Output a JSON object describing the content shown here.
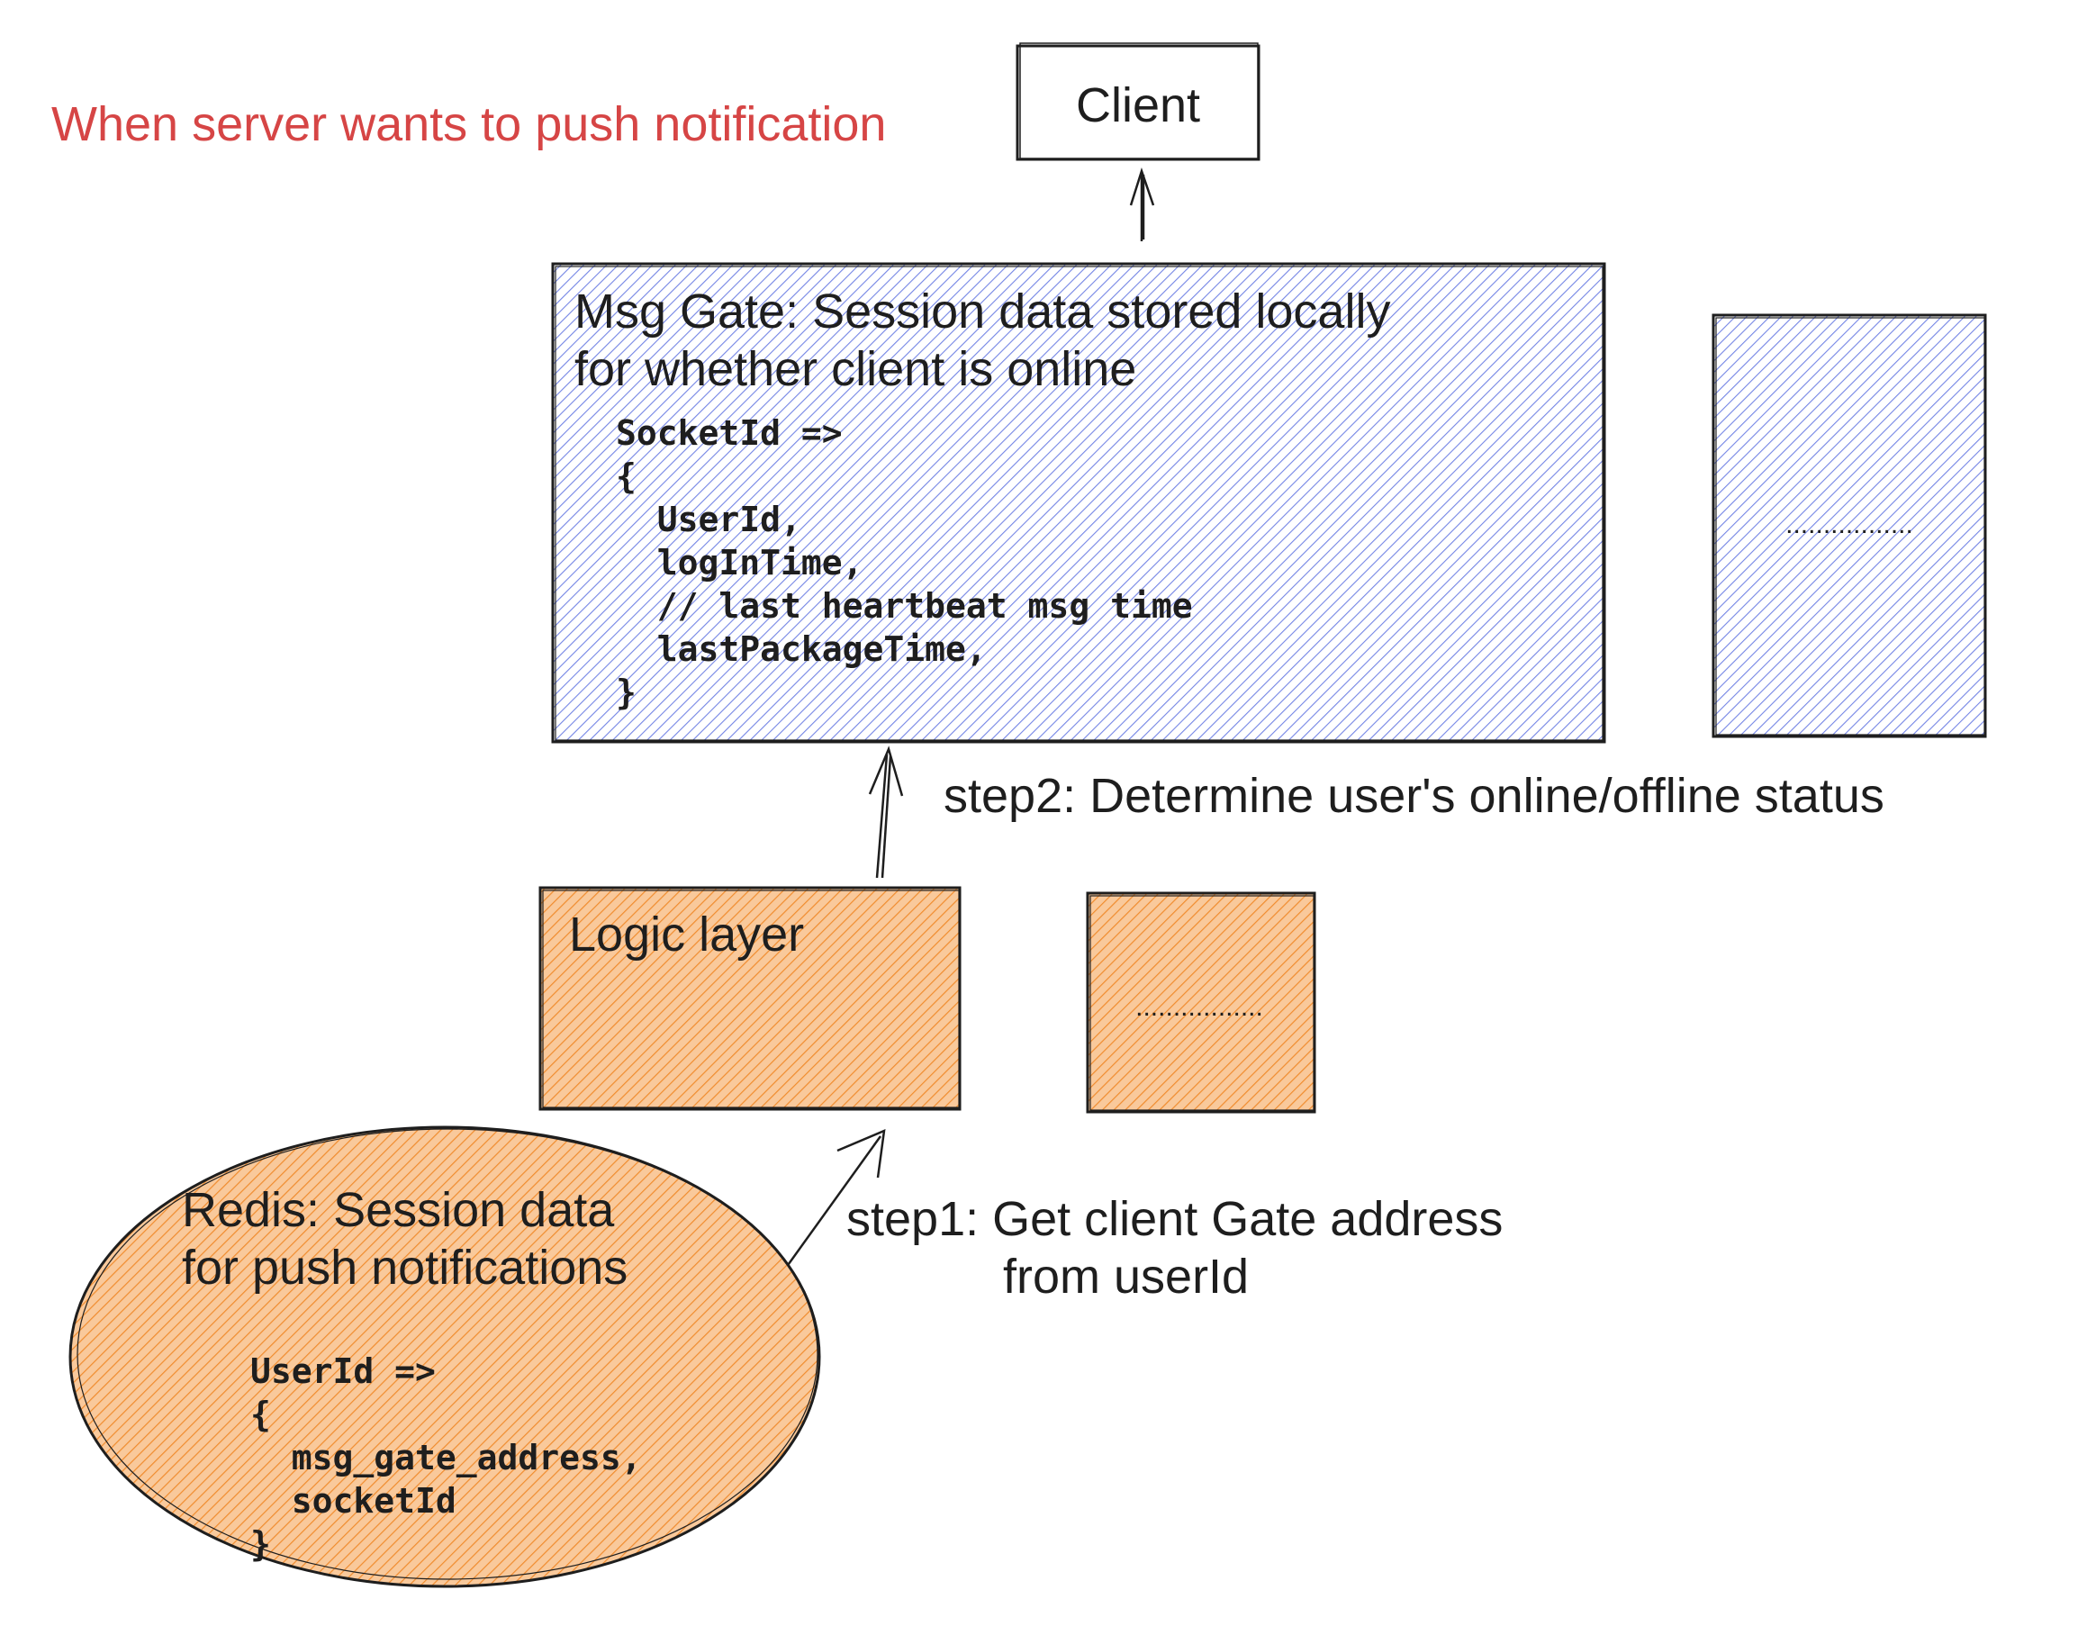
{
  "title": "When server wants to push notification",
  "client": {
    "label": "Client"
  },
  "msg_gate": {
    "title_lines": [
      "Msg Gate: Session data stored locally",
      "for whether client is online"
    ],
    "code_lines": [
      "SocketId =>",
      "{",
      "  UserId,",
      "  logInTime,",
      "  // last heartbeat msg time",
      "  lastPackageTime,",
      "}"
    ]
  },
  "msg_gate_replica": {
    "label": "................."
  },
  "logic_layer": {
    "label": "Logic layer"
  },
  "logic_replica": {
    "label": "................."
  },
  "redis": {
    "title_lines": [
      "Redis: Session data",
      "for push notifications"
    ],
    "code_lines": [
      "UserId =>",
      "{",
      "  msg_gate_address,",
      "  socketId",
      "}"
    ]
  },
  "step1": {
    "lines": [
      "step1: Get client Gate address",
      "from userId"
    ]
  },
  "step2": {
    "label": "step2: Determine user's online/offline status"
  },
  "colors": {
    "title": "#d64545",
    "blue_hatch": "#5b6fe0",
    "orange_fill": "#f9c99b",
    "orange_hatch": "#f08c2e",
    "stroke": "#1e1e1e"
  }
}
